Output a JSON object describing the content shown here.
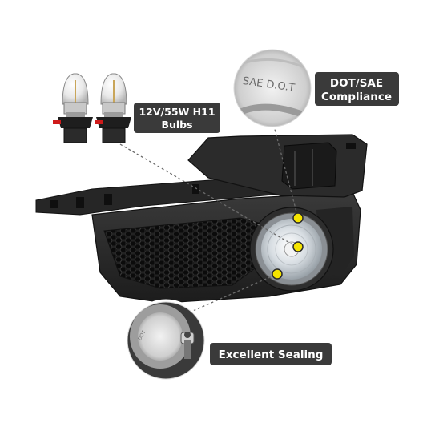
{
  "callouts": {
    "bulbs": {
      "line1": "12V/55W H11",
      "line2": "Bulbs"
    },
    "compliance": {
      "line1": "DOT/SAE",
      "line2": "Compliance"
    },
    "sealing": {
      "line1": "Excellent Sealing"
    }
  },
  "lens_marking": "SAE D.O.T",
  "colors": {
    "callout_bg": "#3a3a3a",
    "marker_yellow": "#f5e400",
    "bezel": "#2a2a2a",
    "background": "#ffffff"
  }
}
